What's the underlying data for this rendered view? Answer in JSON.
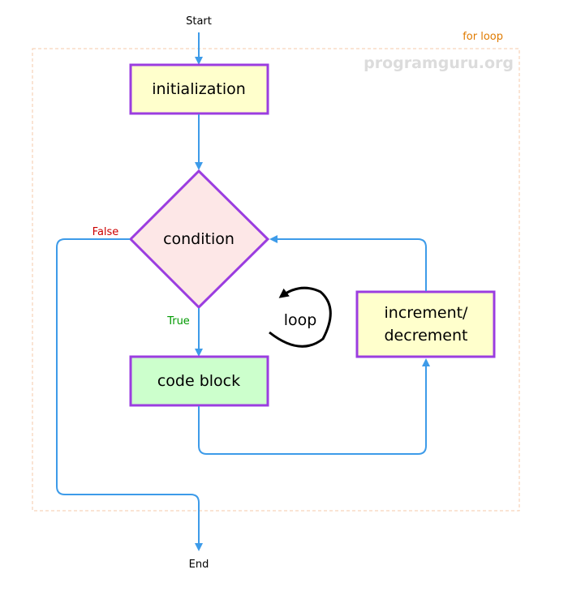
{
  "diagram": {
    "frame_label": "for loop",
    "watermark": "programguru.org",
    "start_label": "Start",
    "end_label": "End",
    "nodes": {
      "initialization": "initialization",
      "condition": "condition",
      "code_block": "code block",
      "increment_line1": "increment/",
      "increment_line2": "decrement"
    },
    "edge_labels": {
      "false": "False",
      "true": "True",
      "loop": "loop"
    }
  },
  "colors": {
    "arrow": "#3d9be9",
    "box_border": "#9b3de0",
    "init_fill": "#ffffcc",
    "condition_fill": "#fde7e7",
    "code_fill": "#ccffcc",
    "increment_fill": "#ffffcc",
    "frame": "#f5c9a8",
    "frame_label": "#e07b00",
    "false_label": "#cc0000",
    "true_label": "#009900",
    "watermark": "#dcdcdc"
  }
}
